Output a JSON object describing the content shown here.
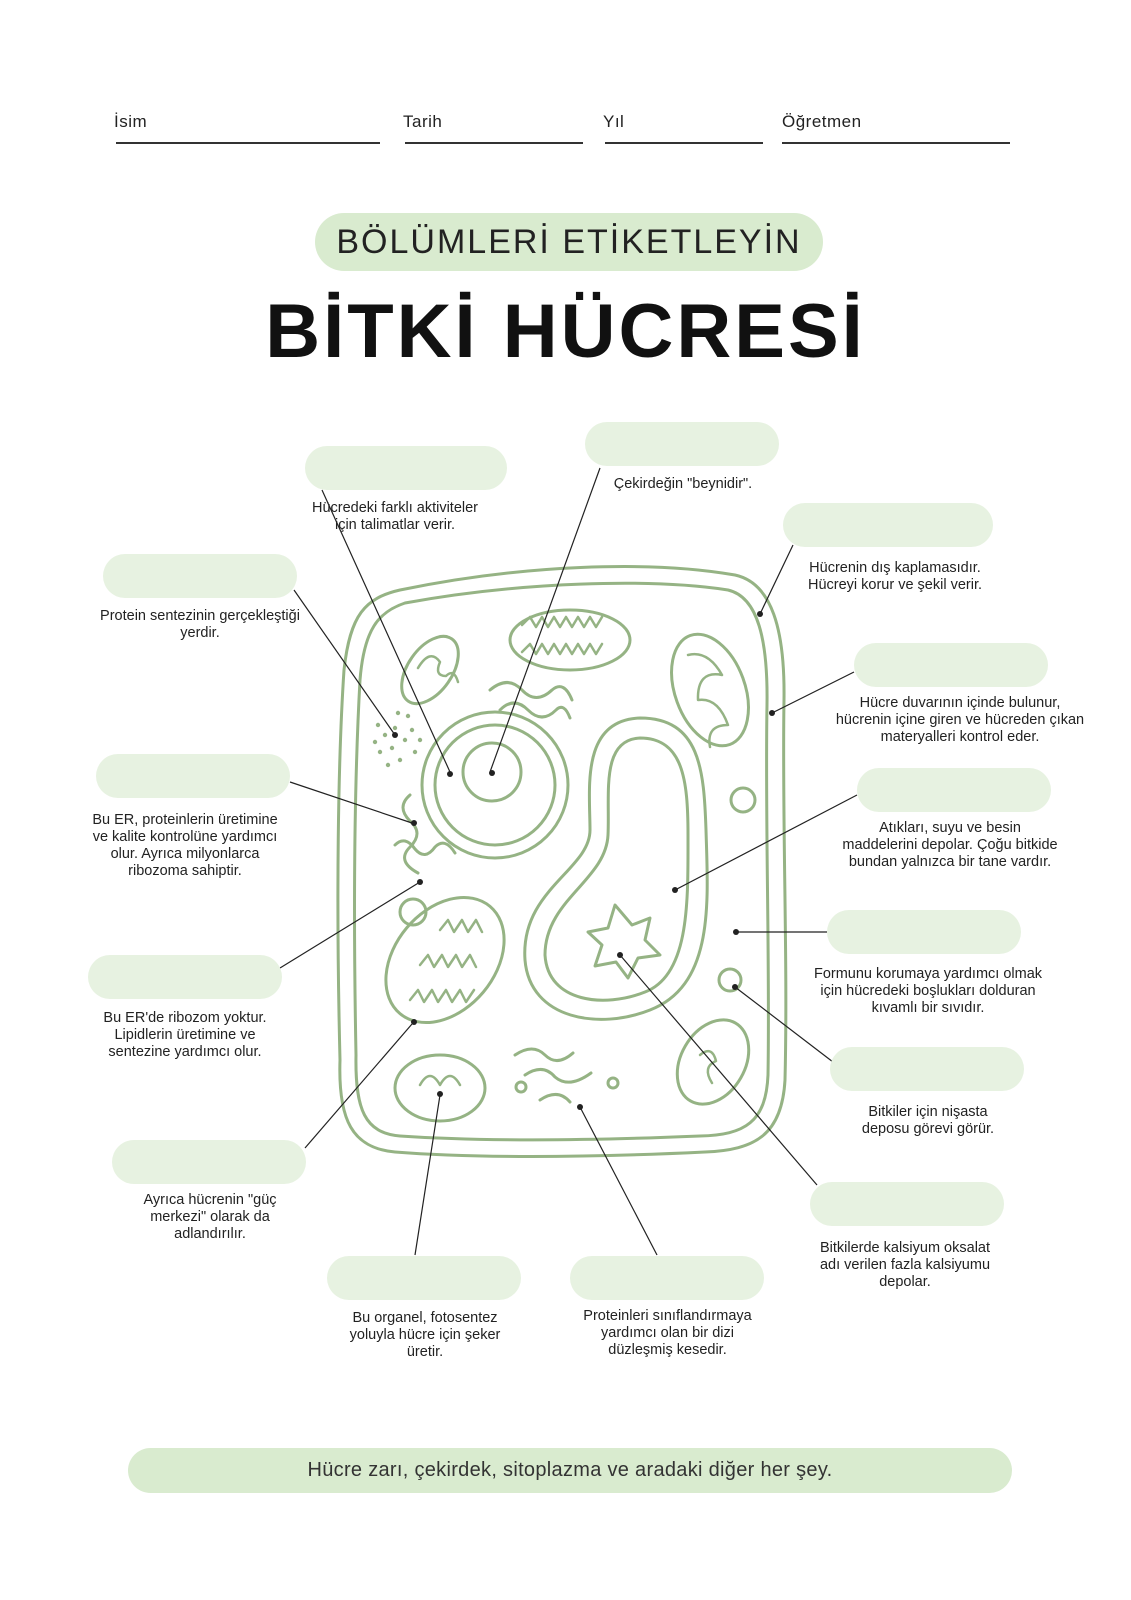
{
  "header": {
    "name_label": "İsim",
    "date_label": "Tarih",
    "year_label": "Yıl",
    "teacher_label": "Öğretmen"
  },
  "subtitle": "BÖLÜMLERİ ETİKETLEYİN",
  "title": "BİTKİ HÜCRESİ",
  "descriptions": {
    "nucleus_role": "Hücredeki farklı aktiviteler için talimatlar verir.",
    "nucleolus": "Çekirdeğin \"beynidir\".",
    "cell_wall": "Hücrenin dış kaplamasıdır. Hücreyi korur ve şekil verir.",
    "ribosome": "Protein sentezinin gerçekleştiği yerdir.",
    "cell_membrane": "Hücre duvarının içinde bulunur, hücrenin içine giren ve hücreden çıkan materyalleri kontrol eder.",
    "rough_er": "Bu ER, proteinlerin üretimine ve kalite kontrolüne yardımcı olur. Ayrıca milyonlarca ribozoma sahiptir.",
    "vacuole": "Atıkları, suyu ve besin maddelerini depolar. Çoğu bitkide bundan yalnızca bir tane vardır.",
    "smooth_er": "Bu ER'de ribozom yoktur. Lipidlerin üretimine ve sentezine yardımcı olur.",
    "cytoplasm": "Formunu korumaya yardımcı olmak için hücredeki boşlukları dolduran kıvamlı bir sıvıdır.",
    "amyloplast": "Bitkiler için nişasta deposu görevi görür.",
    "mitochondria": "Ayrıca hücrenin \"güç merkezi\" olarak da adlandırılır.",
    "calcium_oxalate": "Bitkilerde kalsiyum oksalat adı verilen fazla kalsiyumu depolar.",
    "chloroplast": "Bu organel, fotosentez yoluyla hücre için şeker üretir.",
    "golgi": "Proteinleri sınıflandırmaya yardımcı olan bir dizi düzleşmiş kesedir."
  },
  "footer": "Hücre zarı, çekirdek, sitoplazma ve aradaki diğer her şey.",
  "colors": {
    "cell_line": "#95b384",
    "pill": "#d9ebcf",
    "label_box": "#e7f2e1",
    "leader_line": "#222222"
  }
}
